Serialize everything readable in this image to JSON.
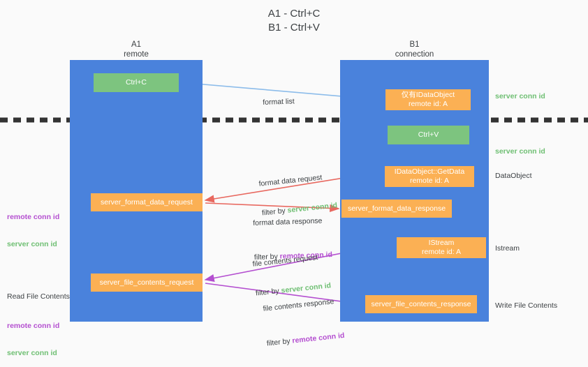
{
  "title": "A1 - Ctrl+C\nB1 - Ctrl+V",
  "columns": {
    "a1": "A1\nremote",
    "b1": "B1\nconnection"
  },
  "boxes": {
    "ctrl_c": "Ctrl+C",
    "ctrl_v": "Ctrl+V",
    "idataobject": "仅有IDataObject\nremote id: A",
    "getdata": "IDataObject::GetData\nremote id: A",
    "istream": "IStream\nremote id: A",
    "server_format_data_request": "server_format_data_request",
    "server_format_data_response": "server_format_data_response",
    "server_file_contents_request": "server_file_contents_request",
    "server_file_contents_response": "server_file_contents_response"
  },
  "edges": {
    "format_list": "format list",
    "format_data_request": "format data request",
    "format_data_response": "format data response",
    "file_contents_request": "file contents request",
    "file_contents_response": "file contents response",
    "filter_by": "filter by ",
    "server_conn_id": "server conn id",
    "remote_conn_id": "remote conn id"
  },
  "side_labels": {
    "server_conn_id": "server conn id",
    "remote_conn_id": "remote conn id",
    "dataobject": "DataObject",
    "istream": "Istream",
    "write_file_contents": "Write File Contents",
    "read_file_contents": "Read File Contents"
  },
  "colors": {
    "lane_blue": "#4a82dc",
    "box_green": "#7dc47f",
    "box_orange": "#fbb054",
    "arrow_lightblue": "#8cbcea",
    "arrow_red": "#e8685f",
    "arrow_purple": "#b44fd0",
    "arrow_black": "#000000",
    "text_green": "#6fbf73",
    "text_purple": "#b44fd0",
    "background": "#fafafa"
  }
}
